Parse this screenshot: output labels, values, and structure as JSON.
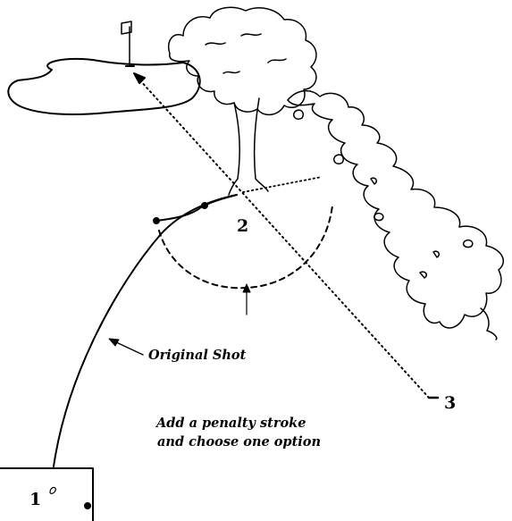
{
  "labels": {
    "point1": "1",
    "point2": "2",
    "point3": "3",
    "original_shot": "Original Shot",
    "instruction_line1": "Add a penalty stroke",
    "instruction_line2": "and choose one option"
  },
  "colors": {
    "ink": "#000000",
    "background": "#ffffff"
  },
  "icons": [
    "flag-icon",
    "tree-icon",
    "ball-icon",
    "tee-box-icon"
  ]
}
